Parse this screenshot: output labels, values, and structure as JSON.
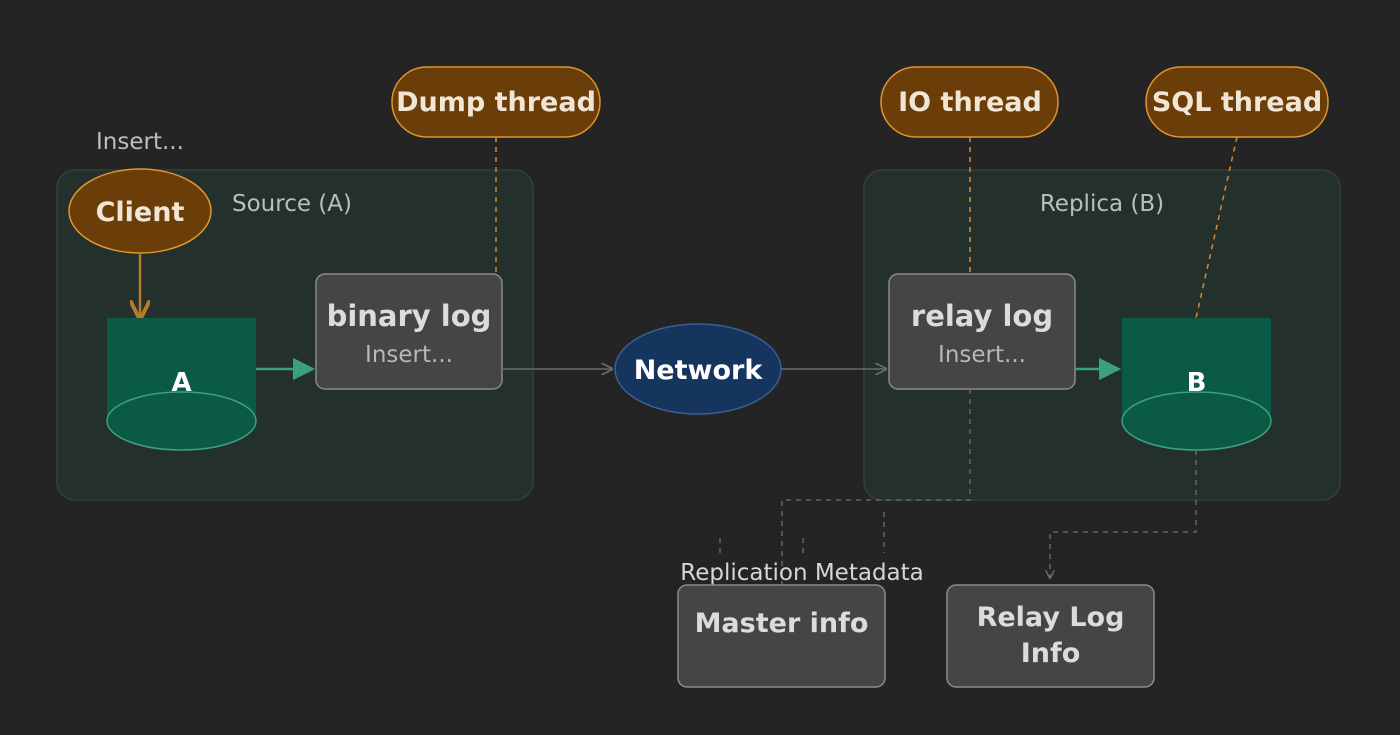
{
  "colors": {
    "background": "#242424",
    "region_fill": "#24302b",
    "region_stroke": "#33413a",
    "thread_fill": "#6b3d08",
    "thread_stroke": "#e0962e",
    "thread_line": "#d88a2a",
    "client_arrow": "#b57a2a",
    "db_fill": "#0b5a45",
    "db_stroke": "#3aa17f",
    "green_arrow": "#3aa17f",
    "box_fill": "#454545",
    "box_stroke": "#8a8a8a",
    "network_fill": "#15355f",
    "network_stroke": "#3a5f90",
    "gray_line": "#6a6a6a",
    "dashed_gray": "#6f6f6f",
    "text_light": "#e8e8e8",
    "text_muted": "#bdbdbd"
  },
  "labels": {
    "insert_top": "Insert...",
    "client": "Client",
    "source_region": "Source (A)",
    "replica_region": "Replica (B)",
    "dump_thread": "Dump thread",
    "io_thread": "IO thread",
    "sql_thread": "SQL thread",
    "binary_log_title": "binary log",
    "binary_log_sub": "Insert...",
    "relay_log_title": "relay log",
    "relay_log_sub": "Insert...",
    "db_a": "A",
    "db_b": "B",
    "network": "Network",
    "replication_metadata": "Replication Metadata",
    "master_info": "Master info",
    "relay_log_info_line1": "Relay Log",
    "relay_log_info_line2": "Info"
  }
}
